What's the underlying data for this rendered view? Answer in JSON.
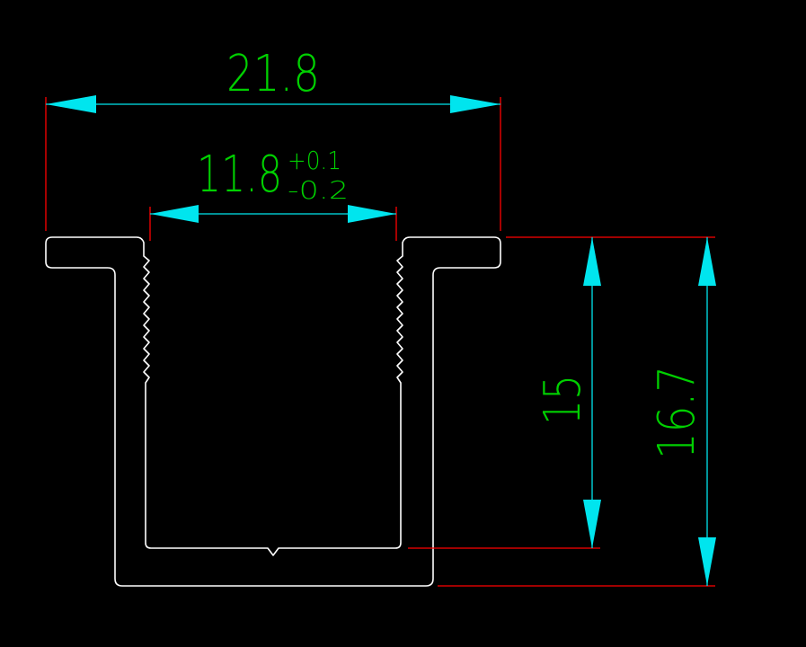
{
  "colors": {
    "background": "#000000",
    "profile": "#ffffff",
    "dimension_line": "#00e5ee",
    "extension_line": "#ff0000",
    "dimension_text": "#00d000"
  },
  "dimensions": {
    "overall_width": {
      "value": "21.8"
    },
    "opening_width": {
      "value": "11.8",
      "tol_upper": "+0.1",
      "tol_lower": "-0.2"
    },
    "inner_depth": {
      "value": "15"
    },
    "overall_height": {
      "value": "16.7"
    }
  }
}
